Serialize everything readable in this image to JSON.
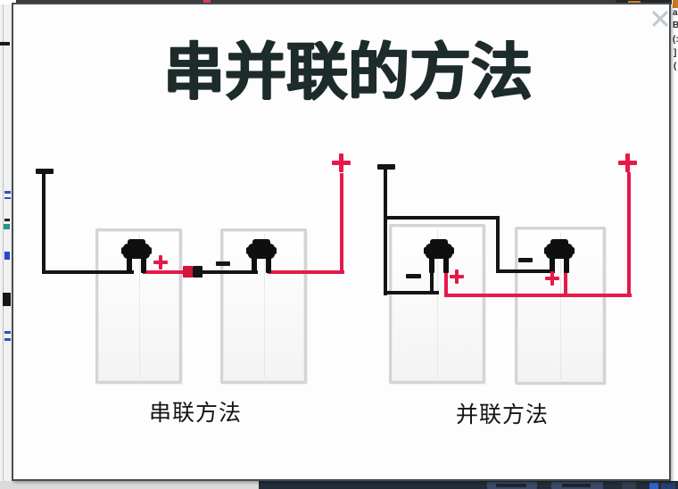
{
  "overlay": {
    "title": "串并联的方法",
    "close_label": "✕"
  },
  "series_diagram": {
    "caption": "串联方法",
    "negative_terminal": "−",
    "positive_terminal": "+",
    "junction_positive_label": "+",
    "junction_negative_label": "−"
  },
  "parallel_diagram": {
    "caption": "并联方法",
    "negative_terminal": "−",
    "positive_terminal": "+",
    "panel1_negative_label": "−",
    "panel1_positive_label": "+",
    "panel2_negative_label": "−",
    "panel2_positive_label": "+"
  },
  "background_page": {
    "right_edge_fragments": [
      "a",
      "B",
      "(:",
      "]",
      "("
    ]
  },
  "colors": {
    "wire_red": "#e6194b",
    "wire_black": "#141414",
    "title_color": "#1d2b2b",
    "panel_border": "#d4d4d4",
    "overlay_border": "#454e4e",
    "close_icon": "#c3c9ce",
    "bottom_bar_dark": "#232d3a"
  }
}
